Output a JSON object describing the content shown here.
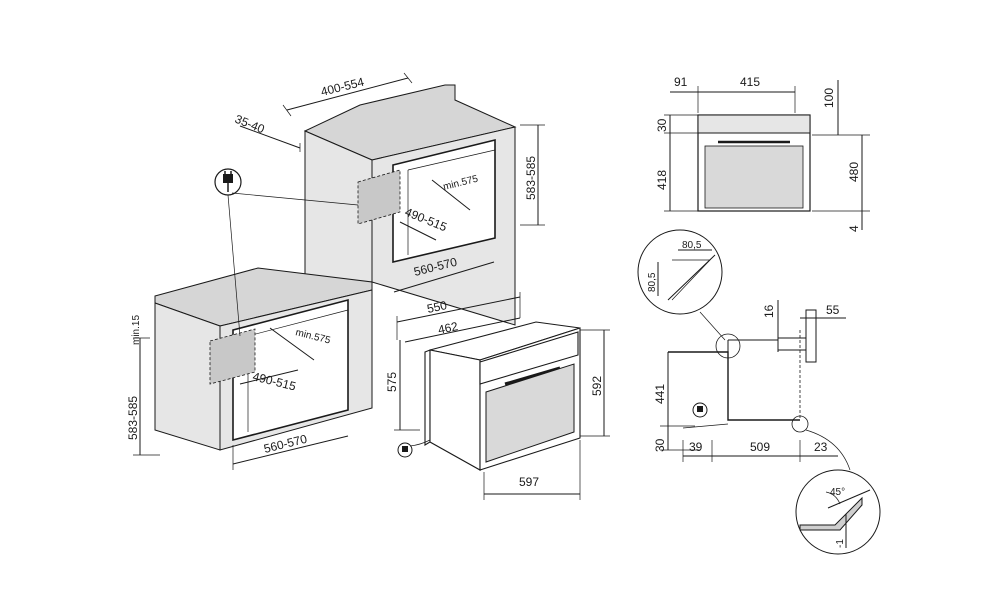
{
  "labels": {
    "col_top_depth": "400-554",
    "col_inset": "35-40",
    "col_height": "583-585",
    "col_min_depth": "min.575",
    "col_height_inner": "490-515",
    "col_width": "560-570",
    "under_min_gap": "min.15",
    "under_height": "583-585",
    "under_min_depth": "min.575",
    "under_height_inner": "490-515",
    "under_width": "560-570",
    "oven_depth_total": "550",
    "oven_depth_body": "462",
    "oven_height_body": "575",
    "oven_height_total": "592",
    "oven_width": "597",
    "front_left": "91",
    "front_width": "415",
    "front_top": "100",
    "front_panel": "30",
    "front_body": "418",
    "front_right_h": "480",
    "front_bottom": "4",
    "detail_w": "80,5",
    "detail_h": "80,5",
    "side_top": "16",
    "side_right": "55",
    "side_height": "441",
    "side_base": "30",
    "side_front": "39",
    "side_depth": "509",
    "side_back": "23",
    "detail_angle": "45°",
    "detail_offset": "-1"
  },
  "icons": [
    "plug-icon"
  ]
}
